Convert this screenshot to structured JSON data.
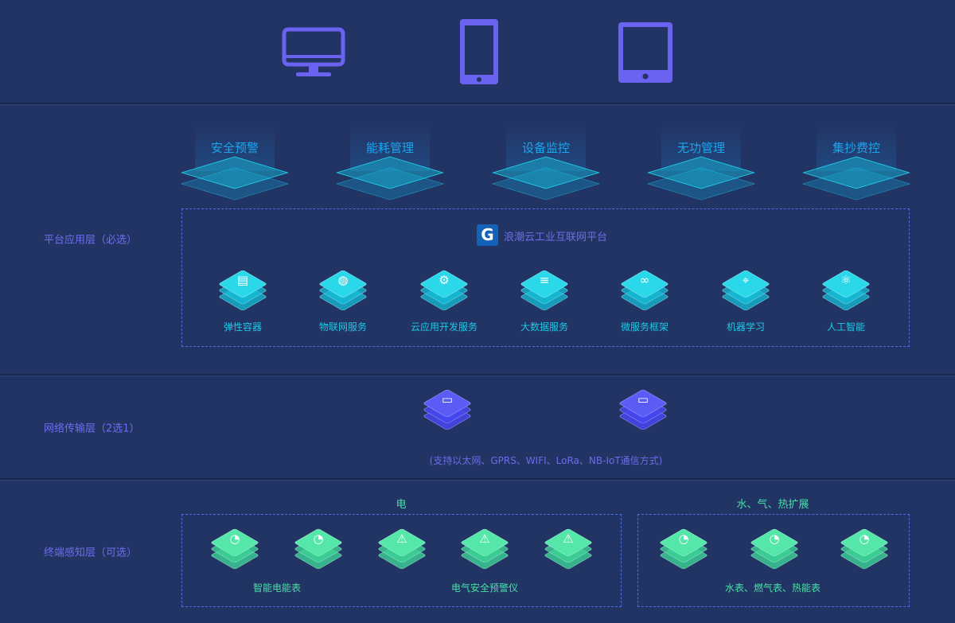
{
  "layers": {
    "platform": "平台应用层（必选）",
    "network": "网络传输层（2选1）",
    "terminal": "终端感知层（可选）"
  },
  "devices": [
    {
      "icon": "monitor-icon"
    },
    {
      "icon": "phone-icon"
    },
    {
      "icon": "tablet-icon"
    }
  ],
  "apps": [
    "安全预警",
    "能耗管理",
    "设备监控",
    "无功管理",
    "集抄费控"
  ],
  "platform": {
    "logo_text": "浪潮云工业互联网平台",
    "services": [
      "弹性容器",
      "物联网服务",
      "云应用开发服务",
      "大数据服务",
      "微服务框架",
      "机器学习",
      "人工智能"
    ]
  },
  "network": {
    "note": "(支持以太网、GPRS、WIFI、LoRa、NB-IoT通信方式)"
  },
  "terminal": {
    "electric_title": "电",
    "electric_labels": [
      "智能电能表",
      "电气安全预警仪"
    ],
    "other_title": "水、气、热扩展",
    "other_label": "水表、燃气表、热能表"
  },
  "colors": {
    "bg": "#223464",
    "purple": "#6a62f0",
    "cyan": "#1ec8e6",
    "green": "#48e0a6",
    "blue": "#4a4cf0"
  }
}
